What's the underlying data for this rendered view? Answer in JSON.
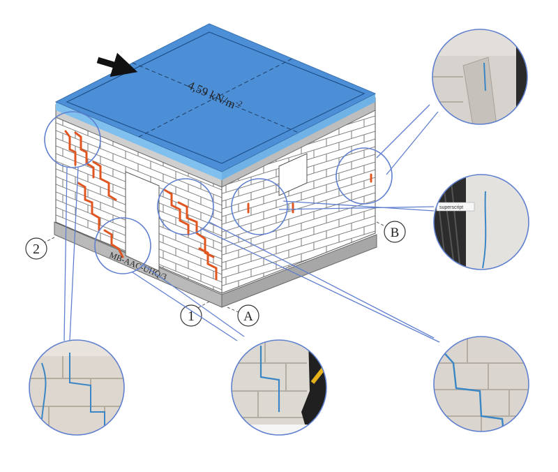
{
  "roof_load": {
    "label": "4,59 kN/m",
    "exponent": "-2"
  },
  "specimen_label": "MB-AAC-UHQ/3",
  "axes": {
    "axis_1": "1",
    "axis_2": "2",
    "axis_A": "A",
    "axis_B": "B"
  },
  "photo_tag": "superscript",
  "colors": {
    "roof": "#4d8fd6",
    "roof_edge": "#7fc0ee",
    "slab": "#c9c9c9",
    "brick_line": "#7d7d7d",
    "crack": "#e05520",
    "callout_line": "#5f7fcf",
    "photo_crack": "#3a86c4"
  }
}
